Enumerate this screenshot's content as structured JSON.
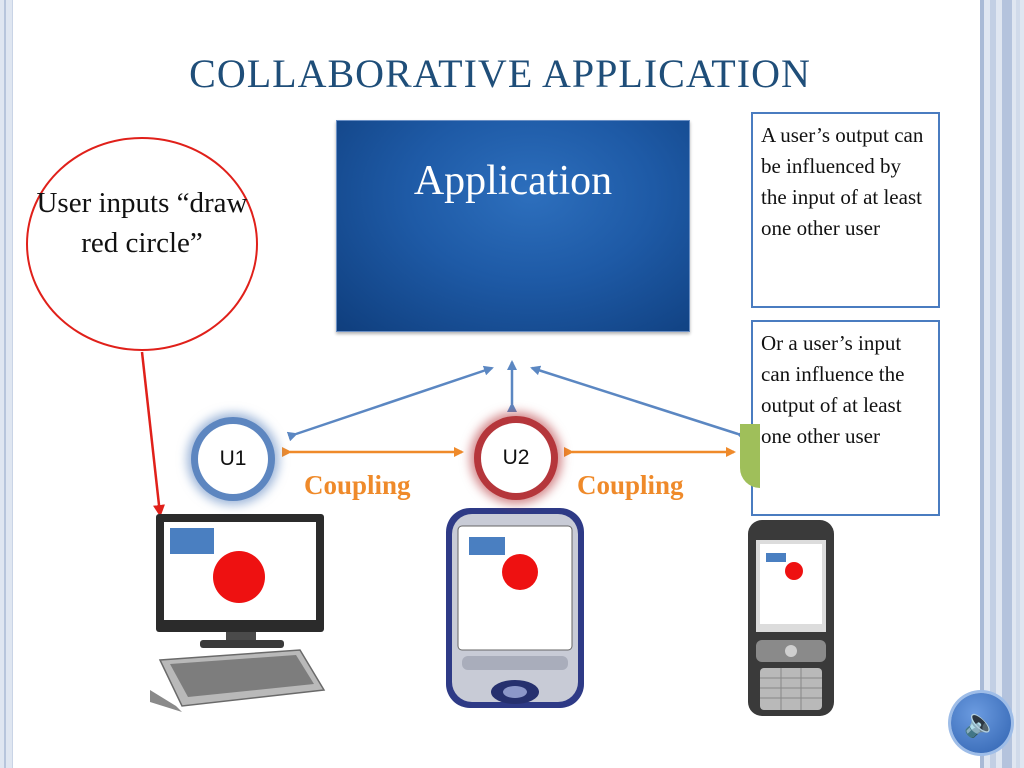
{
  "title": "COLLABORATIVE APPLICATION",
  "app_label": "Application",
  "note_top": "A user’s output can be influenced by the input of at least one other user",
  "note_bottom": "Or a user’s input can influence the output of at least one other user",
  "red_callout": "User inputs “draw red circle”",
  "users": [
    {
      "label": "U1",
      "ring_color": "#5d86c0"
    },
    {
      "label": "U2",
      "ring_color": "#b5363b"
    },
    {
      "label": "",
      "ring_color": "#9fbf5a"
    }
  ],
  "coupling_labels": [
    "Coupling",
    "Coupling"
  ],
  "colors": {
    "title": "#1f4e79",
    "application_box": "#1e5aa6",
    "arrow_blue": "#5b87c2",
    "arrow_orange": "#ef8a2a",
    "callout_red": "#e0201a",
    "drawn_rect": "#4a7fc1",
    "drawn_circle": "#ee1111"
  },
  "devices": [
    "desktop-computer",
    "pda",
    "mobile-phone"
  ],
  "icons": [
    "speaker-icon"
  ]
}
